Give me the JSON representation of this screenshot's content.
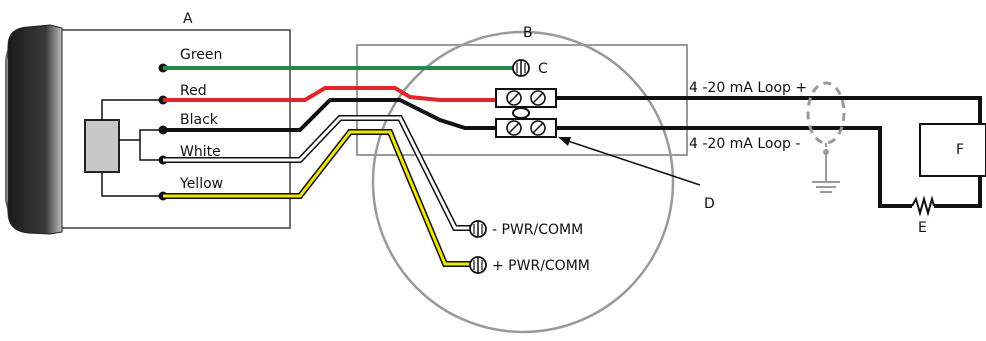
{
  "labels": {
    "A": "A",
    "B": "B",
    "C": "C",
    "D": "D",
    "E": "E",
    "F": "F"
  },
  "wires": {
    "green": "Green",
    "red": "Red",
    "black": "Black",
    "white": "White",
    "yellow": "Yellow"
  },
  "terminals": {
    "pwr_minus": "- PWR/COMM",
    "pwr_plus": "+ PWR/COMM"
  },
  "loop": {
    "plus": "4 -20 mA Loop +",
    "minus": "4 -20 mA Loop -"
  },
  "colors": {
    "green": "#1f8a4c",
    "red": "#e2232a",
    "black": "#111111",
    "yellow": "#f2e600",
    "gray": "#9a9a9a",
    "sensor": "#c8c8c8"
  }
}
